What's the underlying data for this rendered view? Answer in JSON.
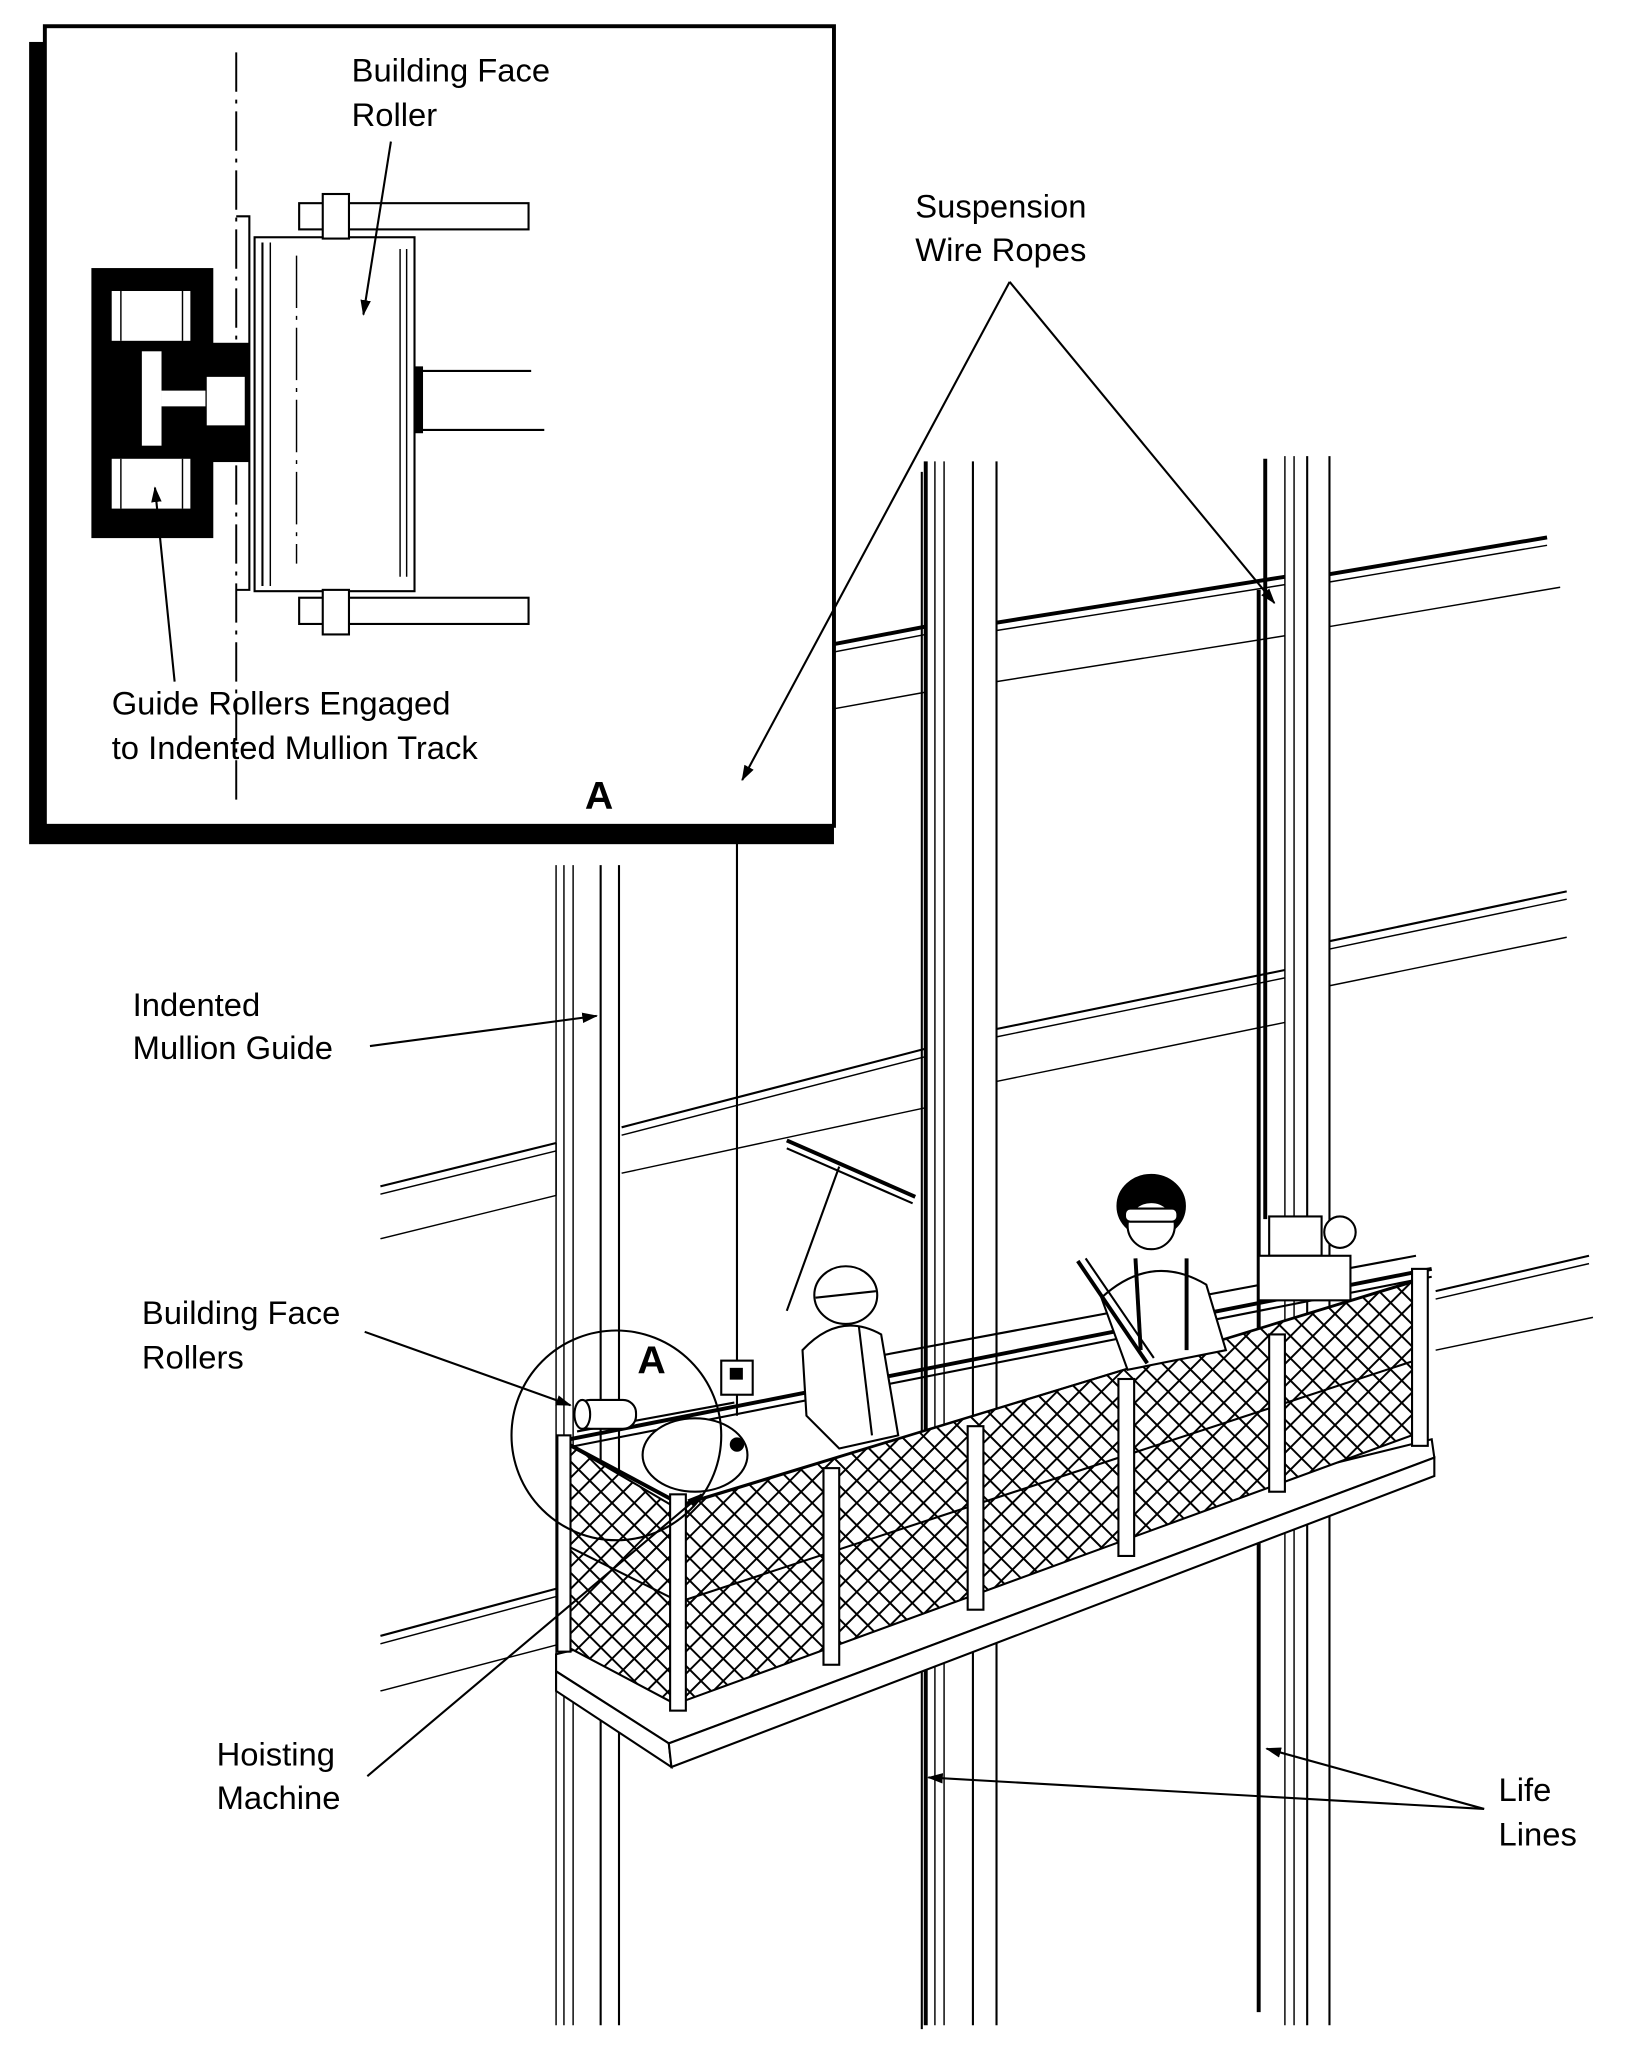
{
  "figure": {
    "type": "technical illustration",
    "subject": "Suspended window-cleaning platform on building facade with mullion guides"
  },
  "inset": {
    "panel_letter": "A",
    "labels": {
      "building_face_roller": [
        "Building Face",
        "Roller"
      ],
      "guide_rollers": [
        "Guide Rollers Engaged",
        "to Indented Mullion Track"
      ]
    }
  },
  "main": {
    "callout_letter": "A",
    "labels": {
      "suspension_wire_ropes": [
        "Suspension",
        "Wire Ropes"
      ],
      "indented_mullion_guide": [
        "Indented",
        "Mullion Guide"
      ],
      "building_face_rollers": [
        "Building Face",
        "Rollers"
      ],
      "hoisting_machine": [
        "Hoisting",
        "Machine"
      ],
      "life_lines": [
        "Life",
        "Lines"
      ]
    }
  },
  "colors": {
    "ink": "#000000",
    "paper": "#ffffff"
  }
}
